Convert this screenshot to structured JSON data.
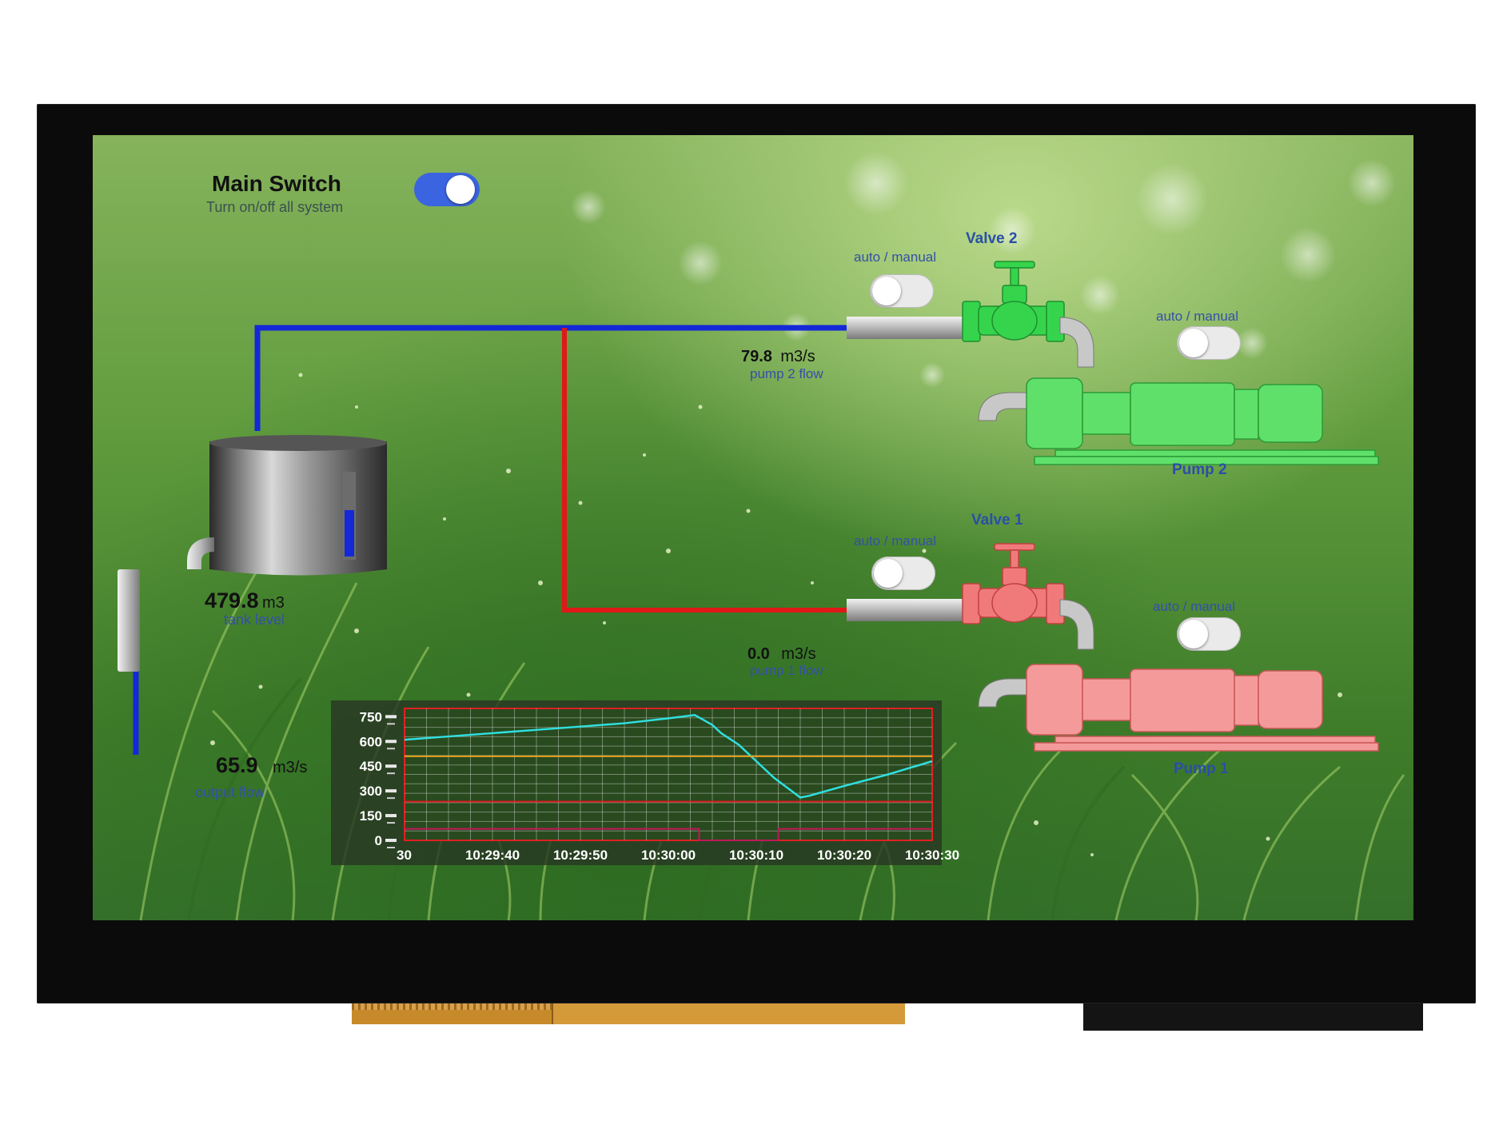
{
  "main_switch": {
    "title": "Main Switch",
    "subtitle": "Turn on/off all system",
    "state": "on",
    "accent_color": "#3b64e0"
  },
  "valve2": {
    "label": "Valve 2",
    "mode_label": "auto / manual",
    "color": "#35d44c"
  },
  "valve1": {
    "label": "Valve 1",
    "mode_label": "auto / manual",
    "color": "#f07a7a"
  },
  "pump2": {
    "label": "Pump 2",
    "mode_label": "auto / manual",
    "color": "#5fe06a"
  },
  "pump1": {
    "label": "Pump 1",
    "mode_label": "auto / manual",
    "color": "#f59a9a"
  },
  "readouts": {
    "pump2_flow": {
      "value": "79.8",
      "unit": "m3/s",
      "caption": "pump 2 flow"
    },
    "pump1_flow": {
      "value": "0.0",
      "unit": "m3/s",
      "caption": "pump 1 flow"
    },
    "tank_level": {
      "value": "479.8",
      "unit": "m3",
      "caption": "tank level"
    },
    "output_flow": {
      "value": "65.9",
      "unit": "m3/s",
      "caption": "output flow"
    }
  },
  "line_colors": {
    "pump2_line": "#1428d8",
    "pump1_line": "#e01818"
  },
  "chart_data": {
    "type": "line",
    "x_tick_labels": [
      "30",
      "10:29:40",
      "10:29:50",
      "10:30:00",
      "10:30:10",
      "10:30:20",
      "10:30:30"
    ],
    "y_tick_labels": [
      "750",
      "600",
      "450",
      "300",
      "150",
      "0"
    ],
    "ylim": [
      0,
      800
    ],
    "grid": true,
    "series": [
      {
        "color": "#2fe0e0",
        "x": [
          0,
          5,
          10,
          15,
          20,
          25,
          30,
          33,
          34,
          35,
          36,
          38,
          40,
          42,
          44,
          45,
          46,
          50,
          55,
          60
        ],
        "y": [
          610,
          630,
          650,
          670,
          690,
          710,
          740,
          760,
          730,
          700,
          650,
          580,
          480,
          380,
          300,
          260,
          270,
          330,
          400,
          480
        ]
      },
      {
        "color": "#e6a21c",
        "x": [
          0,
          60
        ],
        "y": [
          510,
          510
        ]
      },
      {
        "color": "#d81a1a",
        "x": [
          0,
          60
        ],
        "y": [
          235,
          235
        ]
      },
      {
        "color": "#c0185a",
        "x": [
          0,
          33.5,
          33.5,
          42.5,
          42.5,
          60
        ],
        "y": [
          70,
          70,
          0,
          0,
          70,
          70
        ]
      }
    ],
    "x_range": [
      0,
      60
    ]
  }
}
